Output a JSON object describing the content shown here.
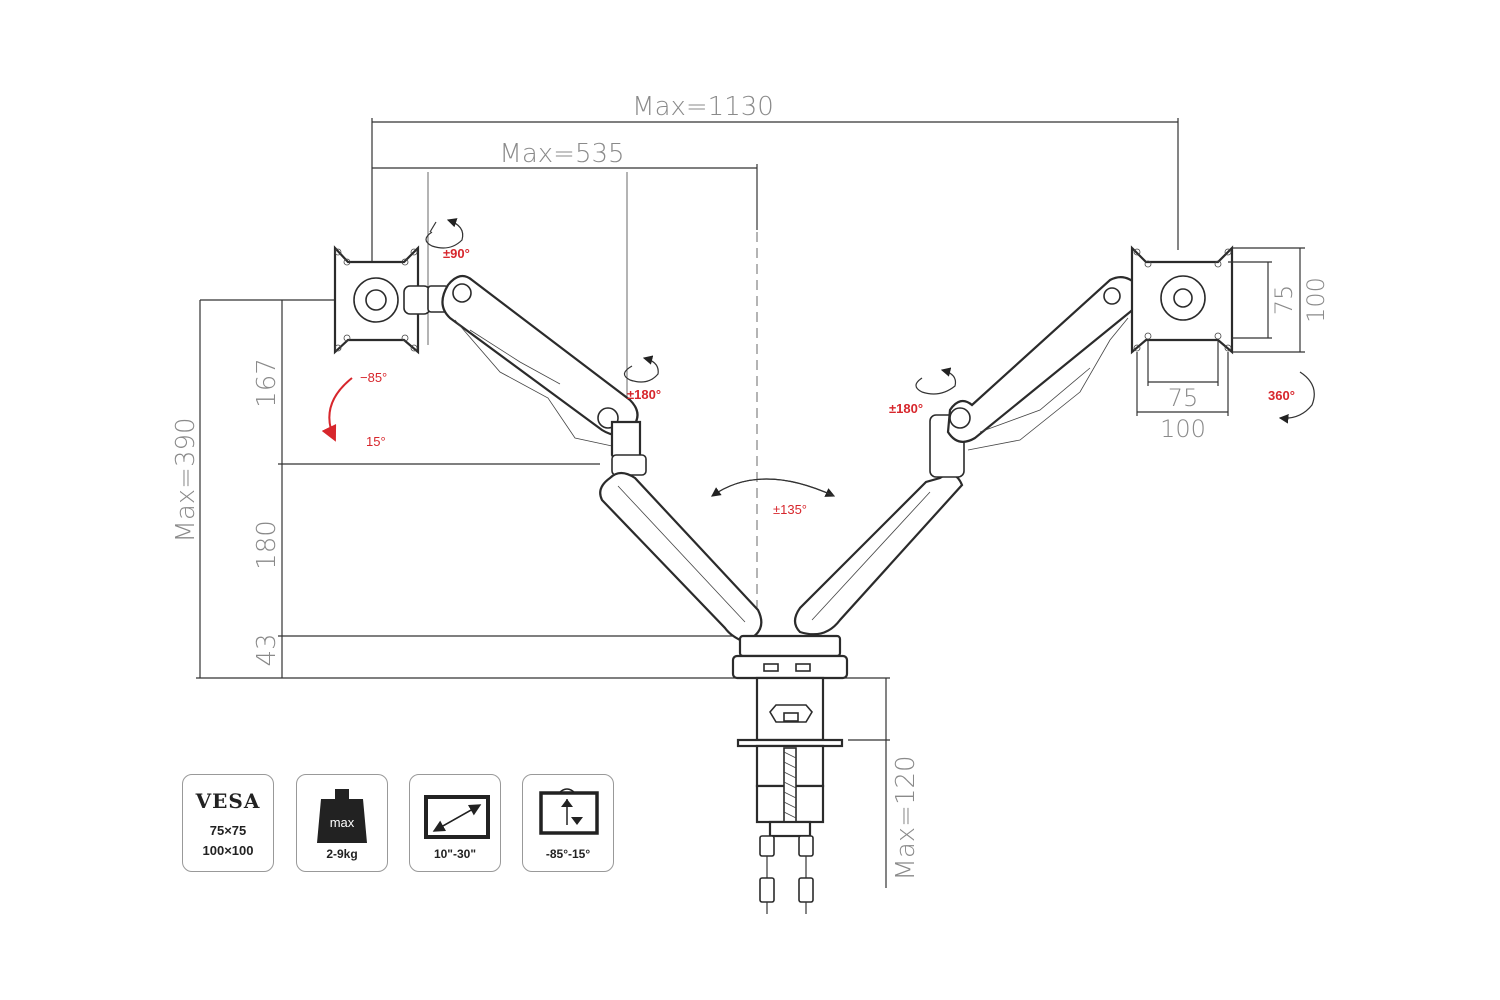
{
  "dimensions": {
    "max_total_width": "Max=1130",
    "max_arm_reach": "Max=535",
    "max_height": "Max=390",
    "upper_offset": "167",
    "middle_offset": "180",
    "base_height": "43",
    "vesa_inner_h": "75",
    "vesa_outer_h": "100",
    "vesa_inner_w": "75",
    "vesa_outer_w": "100",
    "clamp_max": "Max=120"
  },
  "rotation_labels": {
    "head_swivel": "±90°",
    "forearm_left": "±180°",
    "forearm_right": "±180°",
    "tilt_up": "−85°",
    "tilt_down": "15°",
    "base_swivel": "±135°",
    "rotate": "360°"
  },
  "badges": {
    "vesa": {
      "title": "VESA",
      "line1": "75×75",
      "line2": "100×100"
    },
    "load": {
      "icon_text": "max",
      "caption": "2-9kg"
    },
    "screen": {
      "caption": "10\"-30\""
    },
    "tilt": {
      "caption": "-85°-15°"
    }
  },
  "colors": {
    "annotation_red": "#d7262c",
    "dimension_gray": "#8a8a8a",
    "line": "#2b2b2b"
  }
}
